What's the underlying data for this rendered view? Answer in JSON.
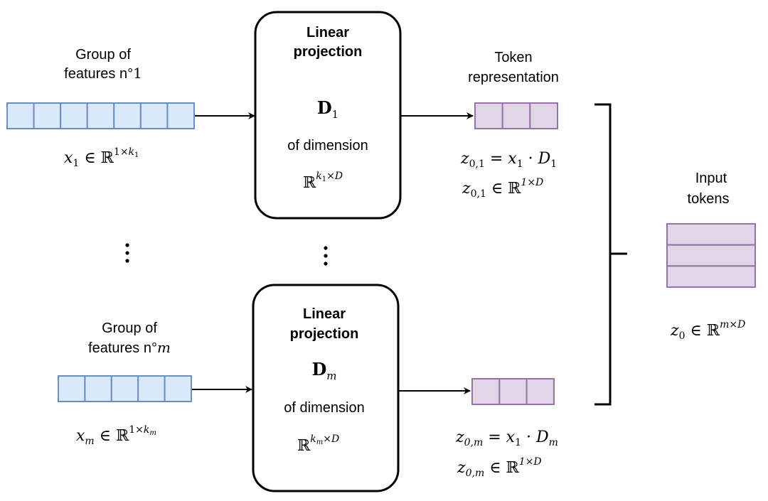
{
  "colors": {
    "feature_fill": "#dae8fc",
    "feature_stroke": "#6c8ebf",
    "token_fill": "#e1d5e7",
    "token_stroke": "#9673a6",
    "line": "#000000"
  },
  "group1": {
    "label_line1": "Group of",
    "label_line2": "features n°",
    "label_index": "1",
    "vec_var": "x",
    "vec_sub": "1",
    "vec_in": " ∈ ℝ",
    "vec_sup": "1×",
    "vec_sup_k": "k",
    "vec_sup_k_sub": "1",
    "cells": 7
  },
  "groupm": {
    "label_line1": "Group of",
    "label_line2": "features n°",
    "label_index": "m",
    "vec_var": "x",
    "vec_sub": "m",
    "vec_in": " ∈ ℝ",
    "vec_sup": "1×",
    "vec_sup_k": "k",
    "vec_sup_k_sub": "m",
    "cells": 5
  },
  "proj1": {
    "title_line1": "Linear",
    "title_line2": "projection",
    "matrix": "D",
    "matrix_sub": "1",
    "dim_label": "of dimension",
    "dim_R": "ℝ",
    "dim_sup_k": "k",
    "dim_sup_k_sub": "1",
    "dim_sup_rest": "×D"
  },
  "projm": {
    "title_line1": "Linear",
    "title_line2": "projection",
    "matrix": "D",
    "matrix_sub": "m",
    "dim_label": "of dimension",
    "dim_R": "ℝ",
    "dim_sup_k": "k",
    "dim_sup_k_sub": "m",
    "dim_sup_rest": "×D"
  },
  "token_header": {
    "line1": "Token",
    "line2": "representation"
  },
  "token1": {
    "cells": 3,
    "eq_z": "z",
    "eq_z_sub": "0,1",
    "eq_rhs_a": " = x",
    "eq_rhs_a_sub": "1",
    "eq_rhs_b": " · D",
    "eq_rhs_b_sub": "1",
    "in_z": "z",
    "in_z_sub": "0,1",
    "in_rest": " ∈ ℝ",
    "in_sup": "1×D"
  },
  "tokenm": {
    "cells": 3,
    "eq_z": "z",
    "eq_z_sub": "0,m",
    "eq_rhs_a": " = x",
    "eq_rhs_a_sub": "1",
    "eq_rhs_b": " · D",
    "eq_rhs_b_sub": "m",
    "in_z": "z",
    "in_z_sub": "0,m",
    "in_rest": " ∈ ℝ",
    "in_sup": "1×D"
  },
  "input_tokens": {
    "line1": "Input",
    "line2": "tokens",
    "rows": 3,
    "z": "z",
    "z_sub": "0",
    "rest": " ∈ ℝ",
    "sup": "m×D"
  },
  "ellipsis": "⋮"
}
